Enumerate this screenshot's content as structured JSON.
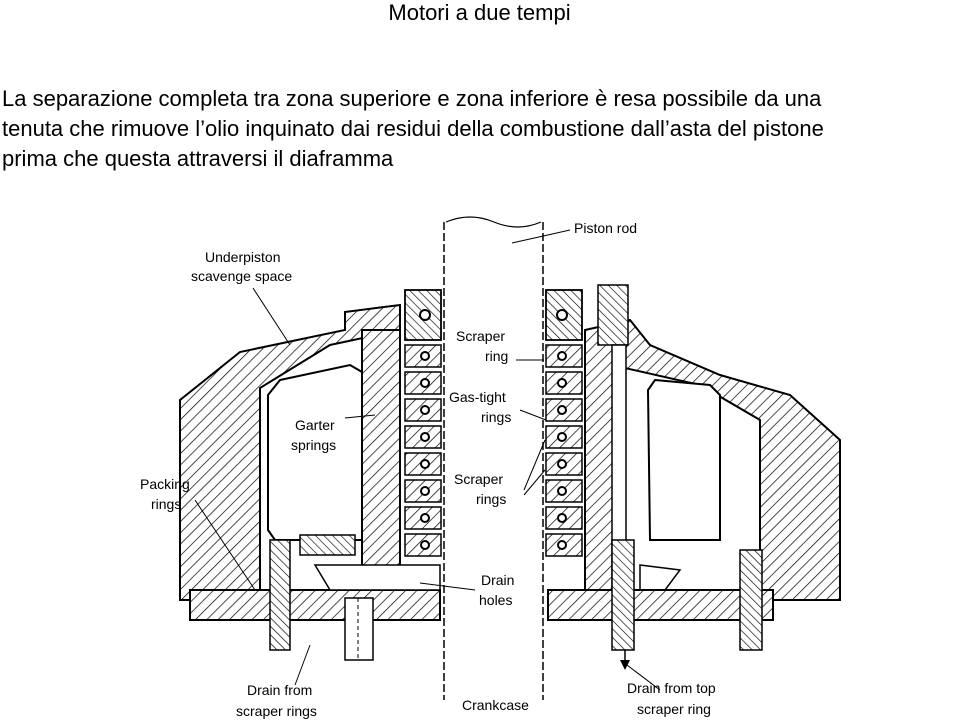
{
  "slide": {
    "title": "Motori a due tempi",
    "body_lines": [
      "La separazione completa tra zona superiore e zona inferiore è resa possibile da una",
      "tenuta che rimuove l’olio inquinato dai residui della combustione dall’asta del pistone",
      "prima che questa attraversi il diaframma"
    ]
  },
  "diagram": {
    "labels": {
      "piston_rod": "Piston rod",
      "underpiston_1": "Underpiston",
      "underpiston_2": "scavenge space",
      "scraper_ring_1": "Scraper",
      "scraper_ring_2": "ring",
      "gas_tight_1": "Gas-tight",
      "gas_tight_2": "rings",
      "garter_1": "Garter",
      "garter_2": "springs",
      "scraper_rings_1": "Scraper",
      "scraper_rings_2": "rings",
      "packing_1": "Packing",
      "packing_2": "rings",
      "drain_holes_1": "Drain",
      "drain_holes_2": "holes",
      "drain_scraper_1": "Drain from",
      "drain_scraper_2": "scraper rings",
      "crankcase": "Crankcase",
      "drain_top_1": "Drain from top",
      "drain_top_2": "scraper ring"
    }
  }
}
